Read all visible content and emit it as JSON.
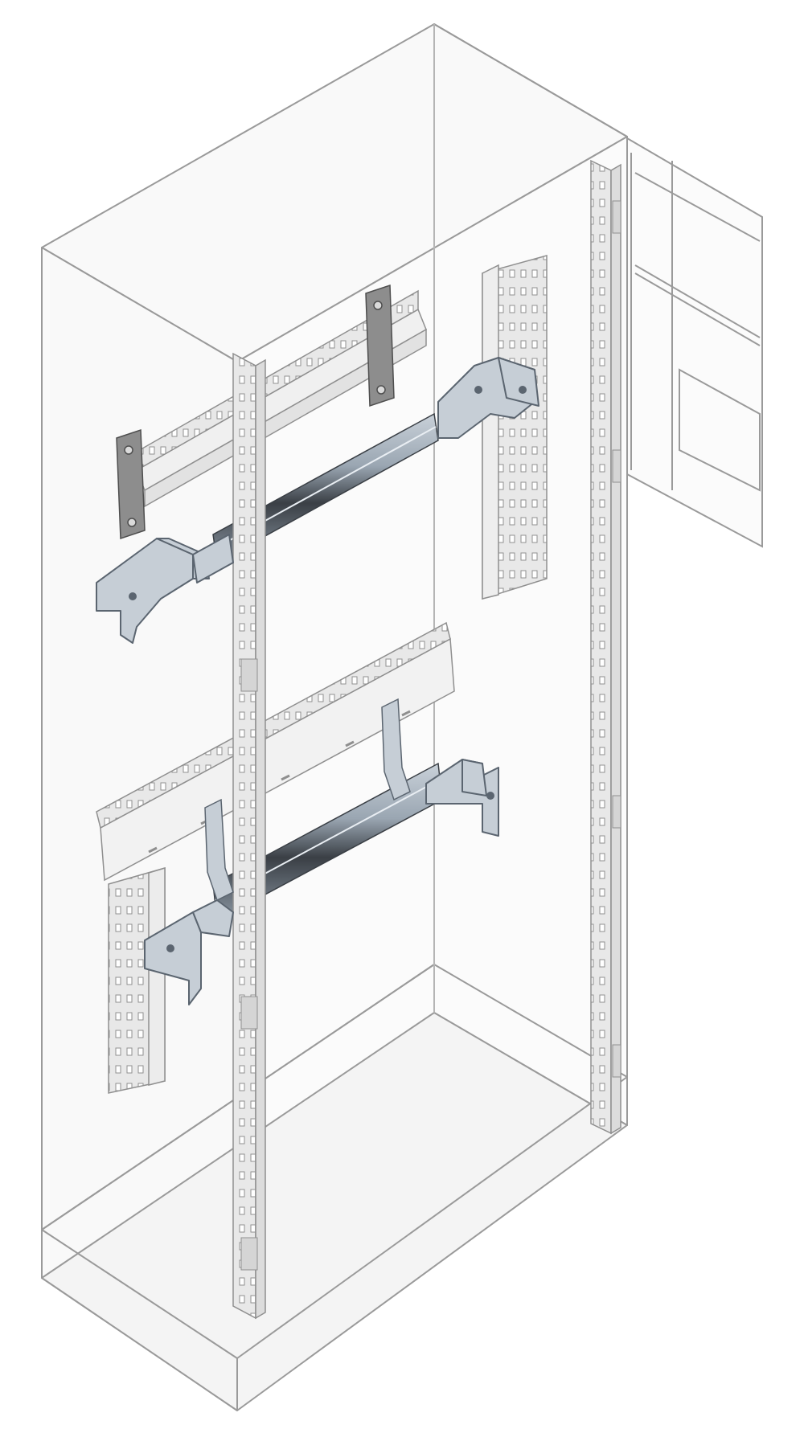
{
  "diagram": {
    "subject": "enclosure-interior-assembly",
    "colors": {
      "background": "#ffffff",
      "cabinet_fill": "#f9f9f9",
      "cabinet_line": "#9a9a9a",
      "rail": "#e3e3e3",
      "bar_dark": "#3a3f45",
      "bar_mid": "#9aa6b2",
      "bar_light": "#c9d1d9",
      "bracket": "#c6ced6",
      "bracket_line": "#5b6570",
      "duct": "#f0f0f0",
      "duct_line": "#8f8f8f",
      "strap": "#8d8d8d"
    },
    "parts": [
      "cabinet-frame",
      "front-upright-rail",
      "rear-upright-rail",
      "door-panel",
      "upper-mounting-bar",
      "lower-mounting-bar",
      "upper-cable-duct",
      "lower-cable-duct",
      "vertical-cable-duct",
      "left-vertical-cable-duct",
      "upper-left-bracket",
      "upper-right-bracket",
      "lower-left-bracket",
      "lower-right-bracket",
      "upper-left-strap",
      "upper-middle-strap",
      "lower-left-strap",
      "lower-middle-strap"
    ]
  }
}
